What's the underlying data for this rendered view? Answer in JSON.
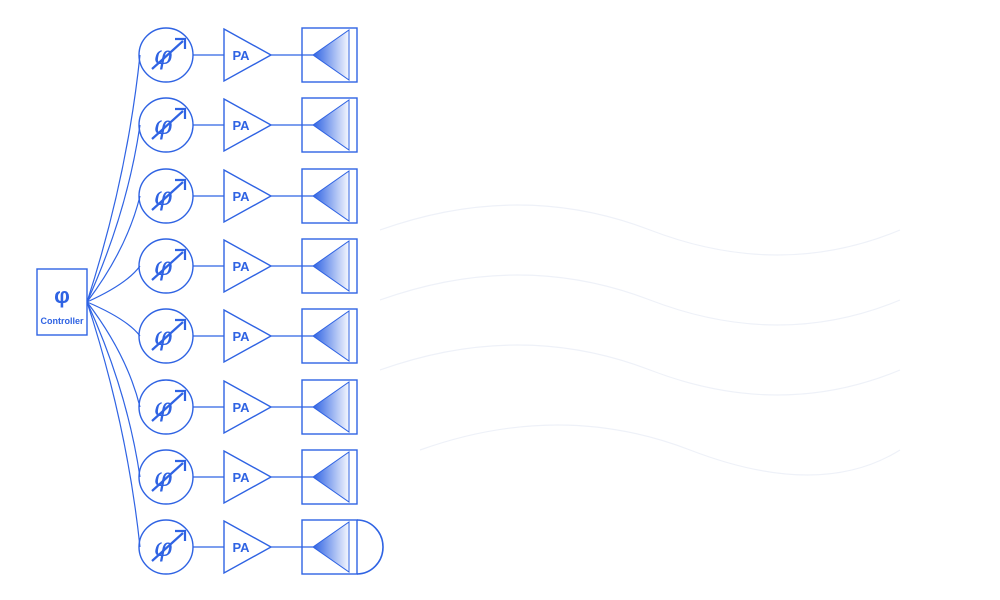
{
  "colors": {
    "accent": "#2f63e3",
    "background": "#ffffff",
    "wave_faint": "#eef1f8"
  },
  "controller": {
    "symbol": "φ",
    "label": "Controller",
    "icon": "phi-icon"
  },
  "channels": [
    {
      "phase_shifter_icon": "phase-shifter-icon",
      "amplifier_label": "PA",
      "antenna_icon": "antenna-icon"
    },
    {
      "phase_shifter_icon": "phase-shifter-icon",
      "amplifier_label": "PA",
      "antenna_icon": "antenna-icon"
    },
    {
      "phase_shifter_icon": "phase-shifter-icon",
      "amplifier_label": "PA",
      "antenna_icon": "antenna-icon"
    },
    {
      "phase_shifter_icon": "phase-shifter-icon",
      "amplifier_label": "PA",
      "antenna_icon": "antenna-icon"
    },
    {
      "phase_shifter_icon": "phase-shifter-icon",
      "amplifier_label": "PA",
      "antenna_icon": "antenna-icon"
    },
    {
      "phase_shifter_icon": "phase-shifter-icon",
      "amplifier_label": "PA",
      "antenna_icon": "antenna-icon"
    },
    {
      "phase_shifter_icon": "phase-shifter-icon",
      "amplifier_label": "PA",
      "antenna_icon": "antenna-icon"
    },
    {
      "phase_shifter_icon": "phase-shifter-icon",
      "amplifier_label": "PA",
      "antenna_icon": "antenna-icon",
      "emitting": true
    }
  ]
}
